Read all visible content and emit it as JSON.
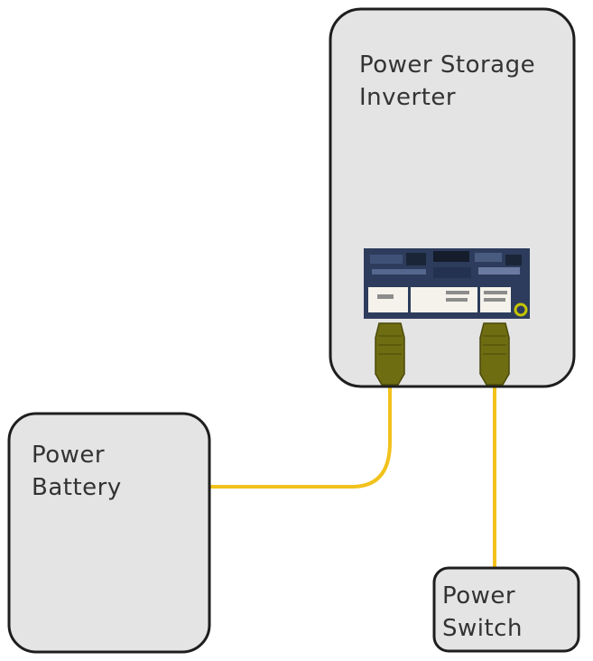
{
  "diagram": {
    "inverter": {
      "label_line1": "Power Storage",
      "label_line2": "Inverter"
    },
    "battery": {
      "label_line1": "Power",
      "label_line2": "Battery"
    },
    "switch": {
      "label_line1": "Power",
      "label_line2": "Switch"
    }
  },
  "colors": {
    "box_fill": "#e4e4e4",
    "box_stroke": "#1e1e1e",
    "cable": "#f2c21b",
    "connector": "#6f6d12",
    "panel": "#2d3c5c",
    "panel_label": "#f4f2ea"
  }
}
